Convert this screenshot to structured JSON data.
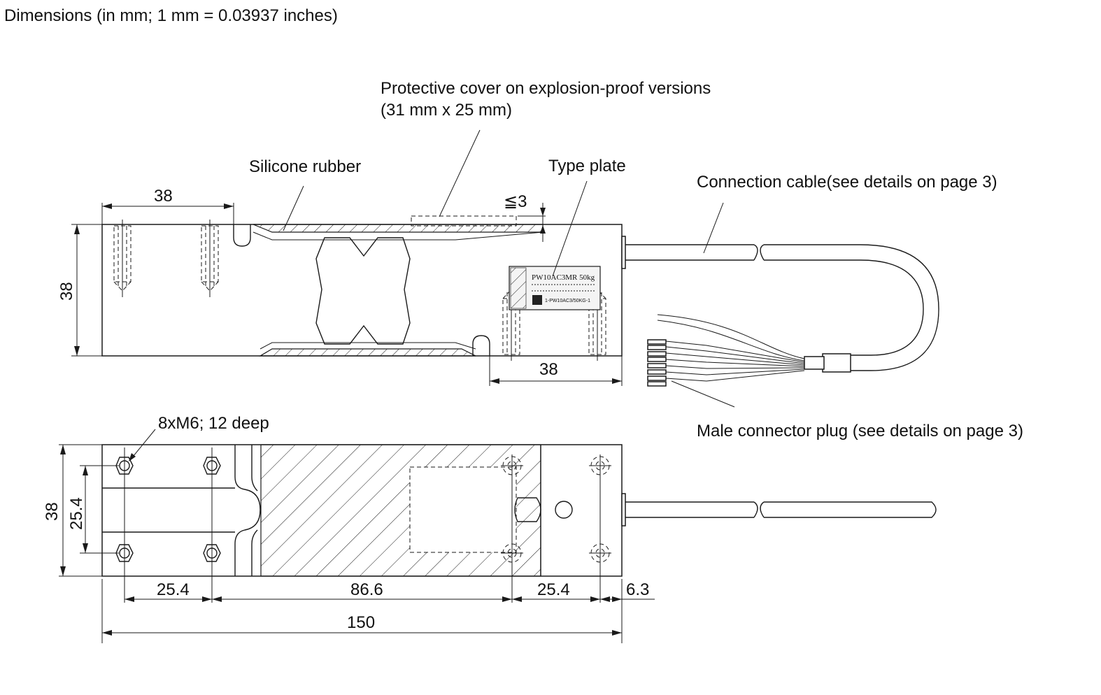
{
  "header": {
    "title": "Dimensions (in mm; 1 mm = 0.03937 inches)"
  },
  "side_view": {
    "callouts": {
      "protective_cover_line1": "Protective cover on explosion-proof versions",
      "protective_cover_line2": "(31 mm x 25 mm)",
      "silicone_rubber": "Silicone rubber",
      "type_plate": "Type plate",
      "connection_cable": "Connection cable(see details on page 3)",
      "male_connector": "Male connector plug (see details on page 3)"
    },
    "dimensions": {
      "top_hole_spacing": "38",
      "cover_clearance": "≦3",
      "height": "38",
      "bottom_hole_spacing": "38"
    },
    "type_plate_text": {
      "model": "PW10AC3MR  50kg",
      "serial": "1-PW10AC3/50KG-1"
    }
  },
  "top_view": {
    "callouts": {
      "threads": "8xM6; 12 deep"
    },
    "dimensions": {
      "width": "38",
      "hole_row_spacing": "25.4",
      "left_hole_pitch": "25.4",
      "hole_group_span": "86.6",
      "right_hole_pitch": "25.4",
      "edge_offset": "6.3",
      "overall_length": "150"
    }
  }
}
